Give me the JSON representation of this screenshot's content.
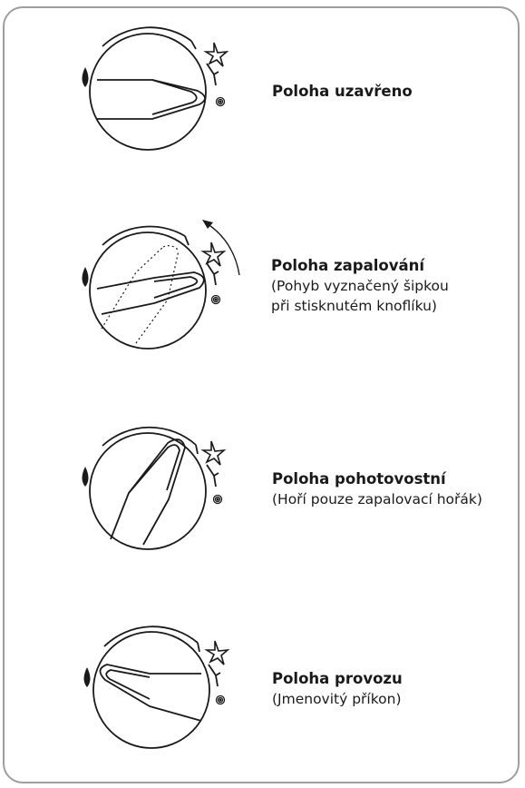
{
  "positions": [
    {
      "title": "Poloha uzavřeno",
      "lines": []
    },
    {
      "title": "Poloha zapalování",
      "lines": [
        "(Pohyb vyznačený šipkou",
        "při stisknutém knoflíku)"
      ]
    },
    {
      "title": "Poloha pohotovostní",
      "lines": [
        "(Hoří pouze zapalovací hořák)"
      ]
    },
    {
      "title": "Poloha provozu",
      "lines": [
        "(Jmenovitý příkon)"
      ]
    }
  ],
  "icons": [
    "flame-icon",
    "ignition-star-icon",
    "pilot-spiral-icon"
  ],
  "colors": {
    "border": "#9e9e9e",
    "stroke": "#1a1a1a"
  }
}
